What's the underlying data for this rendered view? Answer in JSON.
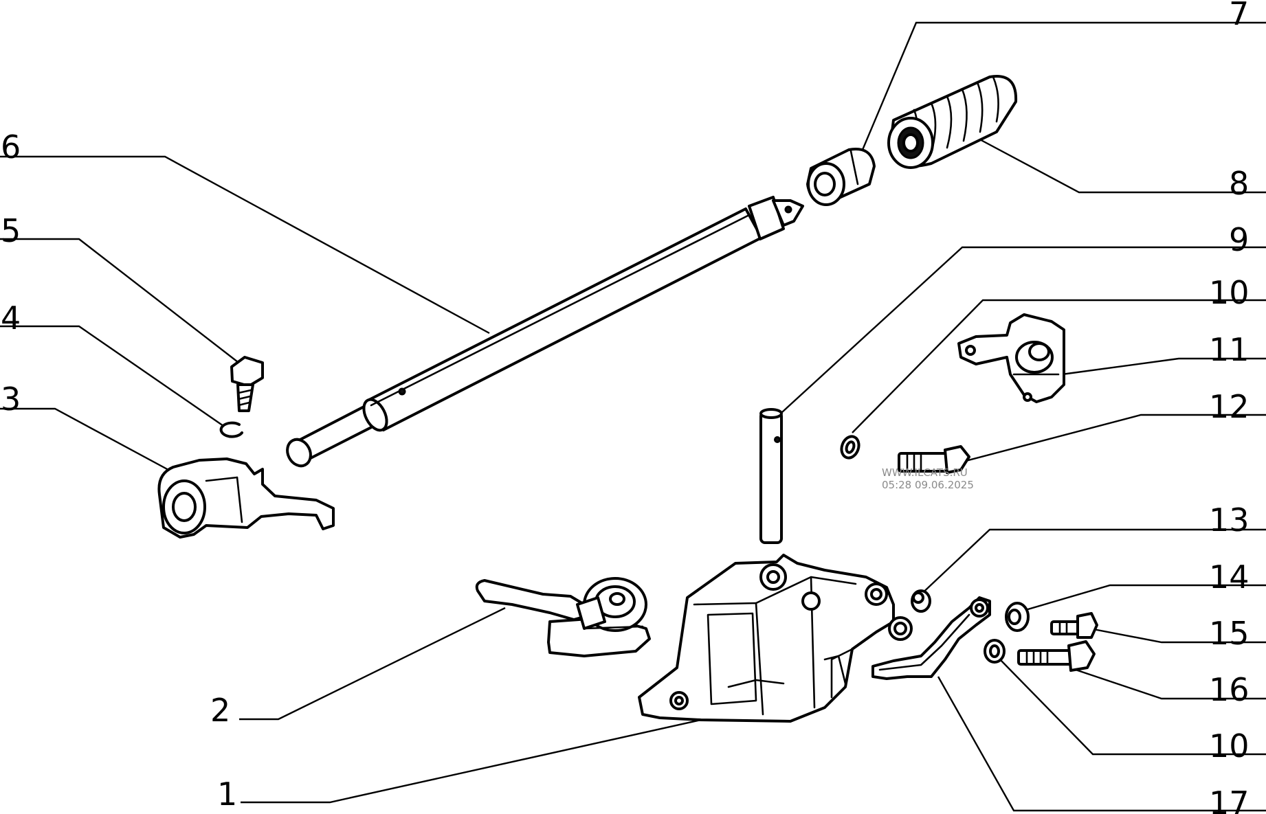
{
  "watermark": {
    "site": "WWW.ILCATS.RU",
    "timestamp": "05:28 09.06.2025"
  },
  "callouts": {
    "c1": "1",
    "c2": "2",
    "c3": "3",
    "c4": "4",
    "c5": "5",
    "c6": "6",
    "c7": "7",
    "c8": "8",
    "c9": "9",
    "c10a": "10",
    "c11": "11",
    "c12": "12",
    "c13": "13",
    "c14": "14",
    "c15": "15",
    "c16": "16",
    "c10b": "10",
    "c17": "17"
  }
}
